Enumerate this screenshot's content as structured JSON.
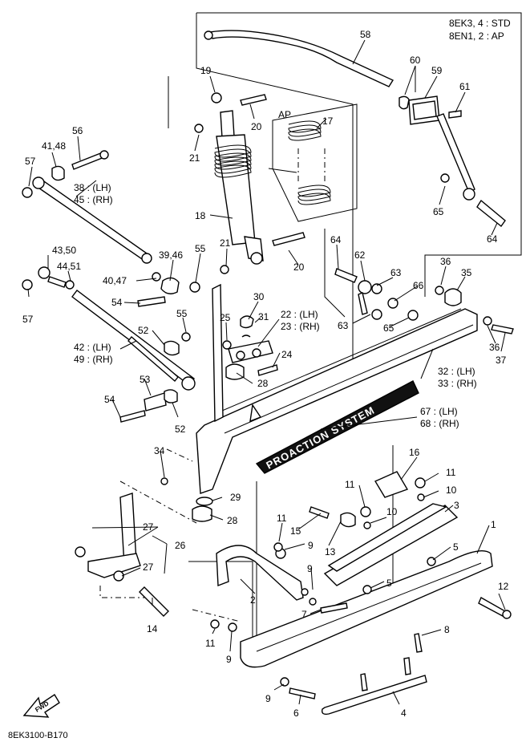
{
  "header": {
    "variant_line1": "8EK3, 4 : STD",
    "variant_line2": "8EN1, 2 : AP"
  },
  "inset": {
    "label": "AP"
  },
  "labels": {
    "l58": "58",
    "l60": "60",
    "l59": "59",
    "l61": "61",
    "l19": "19",
    "l20a": "20",
    "l17": "17",
    "l21a": "21",
    "l56": "56",
    "l41_48": "41,48",
    "l57a": "57",
    "l38_45a": "38 : (LH)",
    "l38_45b": "45 : (RH)",
    "l18": "18",
    "l65a": "65",
    "l64a": "64",
    "l21b": "21",
    "l20b": "20",
    "l64b": "64",
    "l43_50": "43,50",
    "l44_51": "44,51",
    "l39_46": "39,46",
    "l55a": "55",
    "l40_47": "40,47",
    "l62": "62",
    "l63a": "63",
    "l36a": "36",
    "l35": "35",
    "l57b": "57",
    "l54a": "54",
    "l30": "30",
    "l66": "66",
    "l55b": "55",
    "l25": "25",
    "l31": "31",
    "l22_23a": "22 : (LH)",
    "l22_23b": "23 : (RH)",
    "l63b": "63",
    "l65b": "65",
    "l36b": "36",
    "l37": "37",
    "l52a": "52",
    "l42_49a": "42 : (LH)",
    "l42_49b": "49 : (RH)",
    "l24": "24",
    "l32_33a": "32 : (LH)",
    "l32_33b": "33 : (RH)",
    "l53": "53",
    "l28a": "28",
    "l54b": "54",
    "l67_68a": "67 : (LH)",
    "l67_68b": "68 : (RH)",
    "l52b": "52",
    "l34": "34",
    "l16": "16",
    "l11a": "11",
    "l11b": "11",
    "l10a": "10",
    "l29": "29",
    "l3": "3",
    "l28b": "28",
    "l10b": "10",
    "l27a": "27",
    "l15": "15",
    "l11c": "11",
    "l1": "1",
    "l26": "26",
    "l13": "13",
    "l9a": "9",
    "l5a": "5",
    "l27b": "27",
    "l9b": "9",
    "l5b": "5",
    "l12": "12",
    "l2": "2",
    "l14": "14",
    "l7": "7",
    "l8": "8",
    "l11d": "11",
    "l9c": "9",
    "l9d": "9",
    "l6": "6",
    "l4": "4"
  },
  "brand_text": "PROACTION SYSTEM",
  "fwd_label": "FWD",
  "footer": {
    "diagram_code": "8EK3100-B170"
  }
}
